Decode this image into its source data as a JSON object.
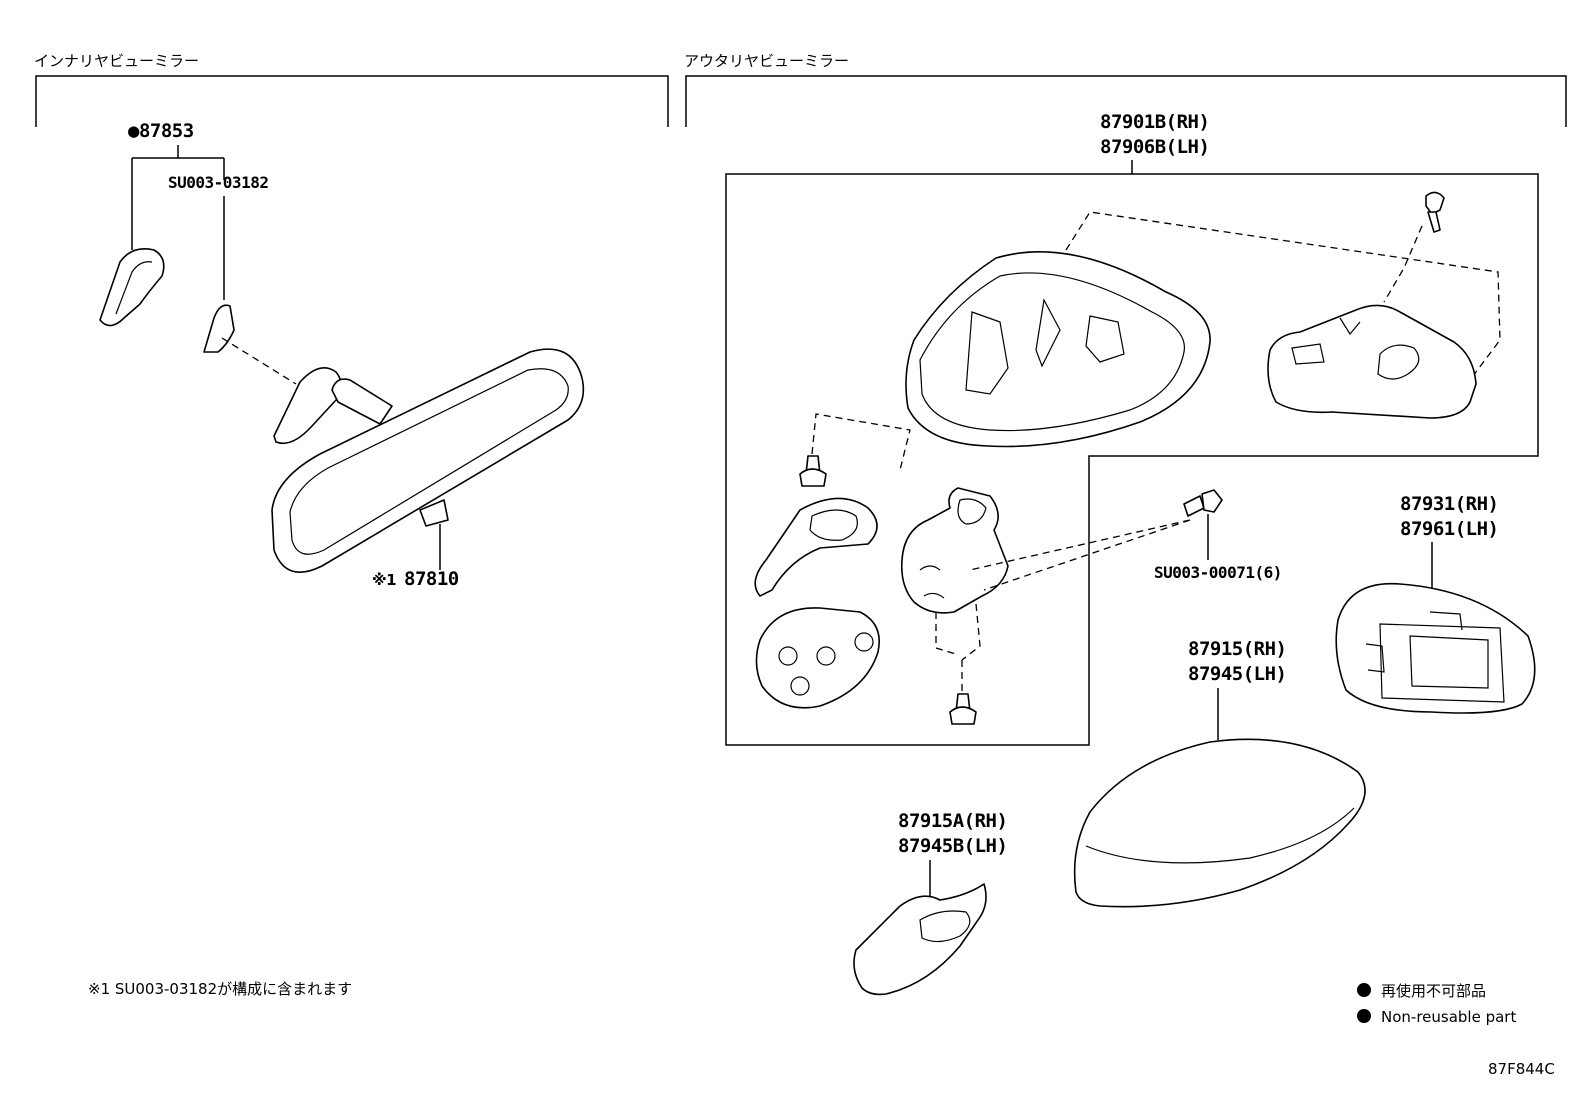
{
  "sections": {
    "inner": "インナリヤビューミラー",
    "outer": "アウタリヤビューミラー"
  },
  "labels": {
    "p87853": "●87853",
    "su003_03182": "SU003-03182",
    "p87810_mark": "※1",
    "p87810": "87810",
    "p87901b": "87901B(RH)",
    "p87906b": "87906B(LH)",
    "su003_00071": "SU003-00071(6)",
    "p87931": "87931(RH)",
    "p87961": "87961(LH)",
    "p87915": "87915(RH)",
    "p87945": "87945(LH)",
    "p87915a": "87915A(RH)",
    "p87945b": "87945B(LH)"
  },
  "footnote": "※1  SU003-03182が構成に含まれます",
  "legend": {
    "ja": "再使用不可部品",
    "en": "Non-reusable part"
  },
  "diagram_code": "87F844C"
}
